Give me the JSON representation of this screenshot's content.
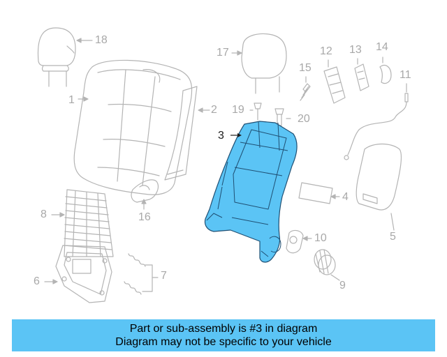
{
  "diagram": {
    "callouts": [
      {
        "id": "1",
        "text": "1"
      },
      {
        "id": "2",
        "text": "2"
      },
      {
        "id": "3",
        "text": "3"
      },
      {
        "id": "4",
        "text": "4"
      },
      {
        "id": "5",
        "text": "5"
      },
      {
        "id": "6",
        "text": "6"
      },
      {
        "id": "7",
        "text": "7"
      },
      {
        "id": "8",
        "text": "8"
      },
      {
        "id": "9",
        "text": "9"
      },
      {
        "id": "10",
        "text": "10"
      },
      {
        "id": "11",
        "text": "11"
      },
      {
        "id": "12",
        "text": "12"
      },
      {
        "id": "13",
        "text": "13"
      },
      {
        "id": "14",
        "text": "14"
      },
      {
        "id": "15",
        "text": "15"
      },
      {
        "id": "16",
        "text": "16"
      },
      {
        "id": "17",
        "text": "17"
      },
      {
        "id": "18",
        "text": "18"
      },
      {
        "id": "19",
        "text": "19"
      },
      {
        "id": "20",
        "text": "20"
      }
    ],
    "highlighted_part": "3",
    "colors": {
      "highlight": "#5bc4f5",
      "outline": "#b0b0b0",
      "highlight_outline": "#1f4f73"
    }
  },
  "banner": {
    "line1": "Part or sub-assembly is #3 in diagram",
    "line2": "Diagram may not be specific to your vehicle",
    "color": "#5bc4f5"
  }
}
